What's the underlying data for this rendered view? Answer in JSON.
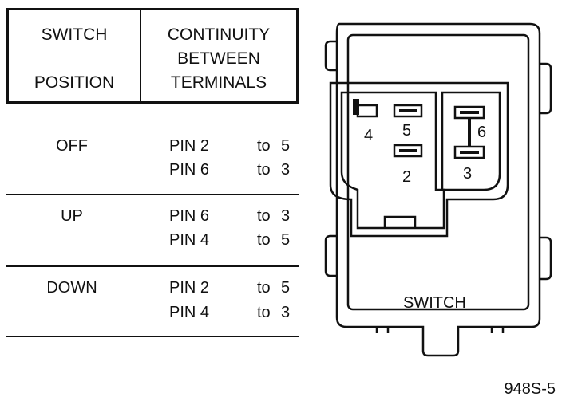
{
  "table": {
    "header": {
      "col1_line1": "SWITCH",
      "col1_line2": "POSITION",
      "col2_line1": "CONTINUITY",
      "col2_line2": "BETWEEN",
      "col2_line3": "TERMINALS"
    },
    "rows": [
      {
        "position": "OFF",
        "pins": [
          {
            "a": "PIN 2",
            "to": "to",
            "b": "5"
          },
          {
            "a": "PIN 6",
            "to": "to",
            "b": "3"
          }
        ]
      },
      {
        "position": "UP",
        "pins": [
          {
            "a": "PIN 6",
            "to": "to",
            "b": "3"
          },
          {
            "a": "PIN 4",
            "to": "to",
            "b": "5"
          }
        ]
      },
      {
        "position": "DOWN",
        "pins": [
          {
            "a": "PIN 2",
            "to": "to",
            "b": "5"
          },
          {
            "a": "PIN 4",
            "to": "to",
            "b": "3"
          }
        ]
      }
    ]
  },
  "diagram": {
    "label": "SWITCH",
    "pins": {
      "p4": "4",
      "p5": "5",
      "p2": "2",
      "p6": "6",
      "p3": "3"
    }
  },
  "figure_code": "948S-5"
}
